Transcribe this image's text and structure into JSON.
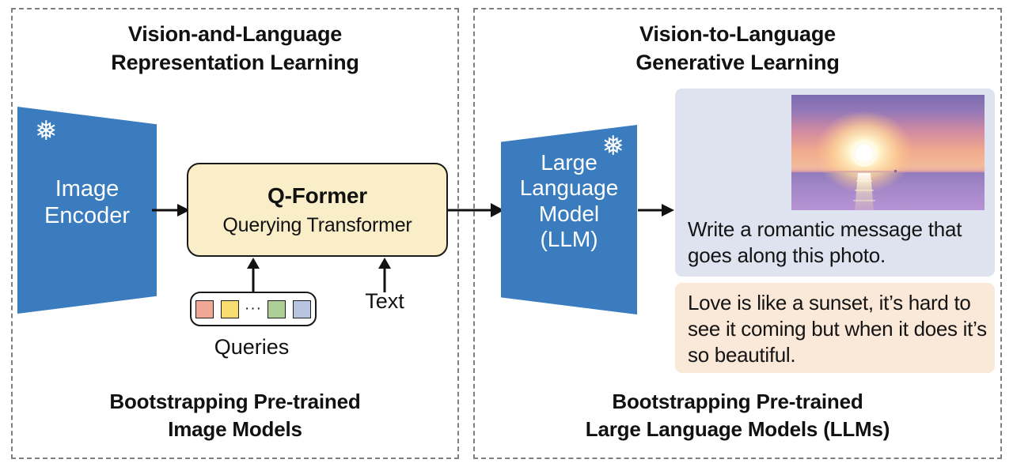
{
  "panels": {
    "left": {
      "title": "Vision-and-Language\nRepresentation Learning",
      "caption": "Bootstrapping Pre-trained\nImage Models"
    },
    "right": {
      "title": "Vision-to-Language\nGenerative Learning",
      "caption": "Bootstrapping Pre-trained\nLarge Language Models (LLMs)"
    }
  },
  "image_encoder": {
    "label": "Image\nEncoder",
    "frozen_icon": "snowflake-icon",
    "frozen_glyph": "❅",
    "color": "#3a7cbe"
  },
  "qformer": {
    "title": "Q-Former",
    "subtitle": "Querying Transformer",
    "background": "#faeec8"
  },
  "queries": {
    "label": "Queries",
    "ellipsis": "···",
    "chips": [
      {
        "name": "query-token-1",
        "color": "#f0a795"
      },
      {
        "name": "query-token-2",
        "color": "#f7dc6f"
      },
      {
        "name": "query-token-3",
        "color": "#adcf96"
      },
      {
        "name": "query-token-4",
        "color": "#b8c5e0"
      }
    ]
  },
  "text_input": {
    "label": "Text"
  },
  "llm": {
    "label": "Large\nLanguage\nModel\n(LLM)",
    "frozen_icon": "snowflake-icon",
    "frozen_glyph": "❅",
    "color": "#3a7cbe"
  },
  "prompt": {
    "text": "Write a romantic message that goes along this photo.",
    "background": "#dfe3ef",
    "photo": {
      "name": "sunset-over-ocean-photo",
      "description": "sunset over the ocean with sun reflection on water"
    }
  },
  "response": {
    "text": "Love is like a sunset, it’s hard to see it coming but when it does it’s so beautiful.",
    "background": "#fae8d8"
  },
  "arrows": {
    "encoder_to_qformer": "arrow-right",
    "qformer_to_llm": "arrow-right",
    "llm_to_prompt": "arrow-right",
    "queries_to_qformer": "arrow-up",
    "text_to_qformer": "arrow-up"
  }
}
